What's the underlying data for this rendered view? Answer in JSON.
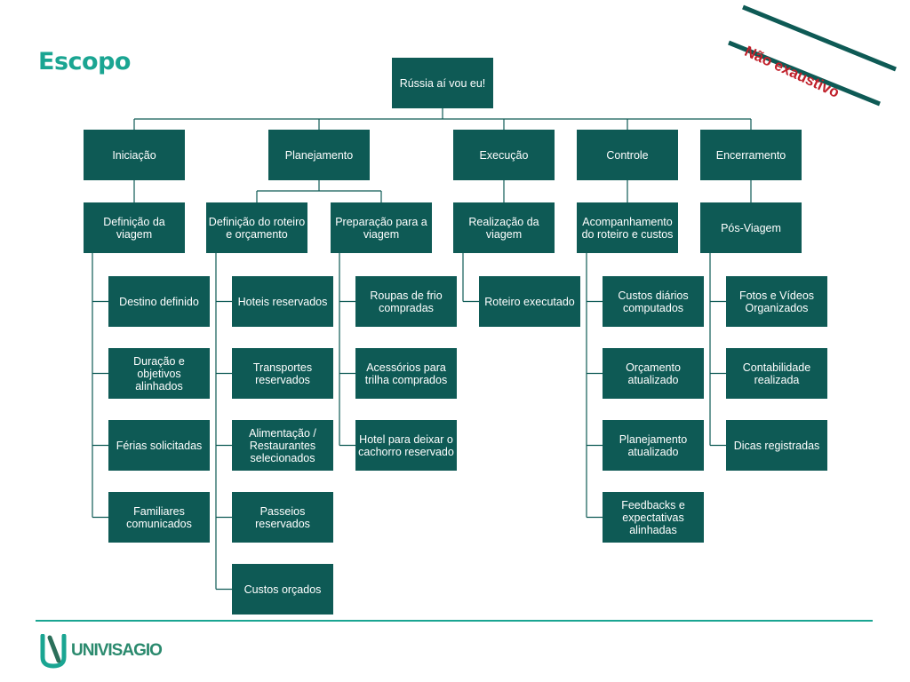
{
  "title": "Escopo",
  "stamp": "Não exaustivo",
  "root": "Rússia aí vou eu!",
  "phases": [
    {
      "label": "Iniciação",
      "groups": [
        {
          "label": "Definição da\nviagem",
          "items": [
            "Destino definido",
            "Duração e objetivos\nalinhados",
            "Férias solicitadas",
            "Familiares\ncomunicados"
          ]
        }
      ]
    },
    {
      "label": "Planejamento",
      "groups": [
        {
          "label": "Definição do roteiro\ne orçamento",
          "items": [
            "Hoteis reservados",
            "Transportes\nreservados",
            "Alimentação /\nRestaurantes\nselecionados",
            "Passeios\nreservados",
            "Custos orçados"
          ]
        },
        {
          "label": "Preparação para a\nviagem",
          "items": [
            "Roupas de frio\ncompradas",
            "Acessórios para\ntrilha comprados",
            "Hotel para deixar o\ncachorro reservado"
          ]
        }
      ]
    },
    {
      "label": "Execução",
      "groups": [
        {
          "label": "Realização da\nviagem",
          "items": [
            "Roteiro executado"
          ]
        }
      ]
    },
    {
      "label": "Controle",
      "groups": [
        {
          "label": "Acompanhamento\ndo roteiro e custos",
          "items": [
            "Custos diários\ncomputados",
            "Orçamento\natualizado",
            "Planejamento\natualizado",
            "Feedbacks e\nexpectativas\nalinhadas"
          ]
        }
      ]
    },
    {
      "label": "Encerramento",
      "groups": [
        {
          "label": "Pós-Viagem",
          "items": [
            "Fotos e Vídeos\nOrganizados",
            "Contabilidade\nrealizada",
            "Dicas registradas"
          ]
        }
      ]
    }
  ],
  "footer": {
    "logo_text": "UNIVISAGIO"
  },
  "colors": {
    "box": "#0e5a55",
    "accent": "#1aa592",
    "stamp": "#c0202a",
    "line": "#0e5a55"
  }
}
